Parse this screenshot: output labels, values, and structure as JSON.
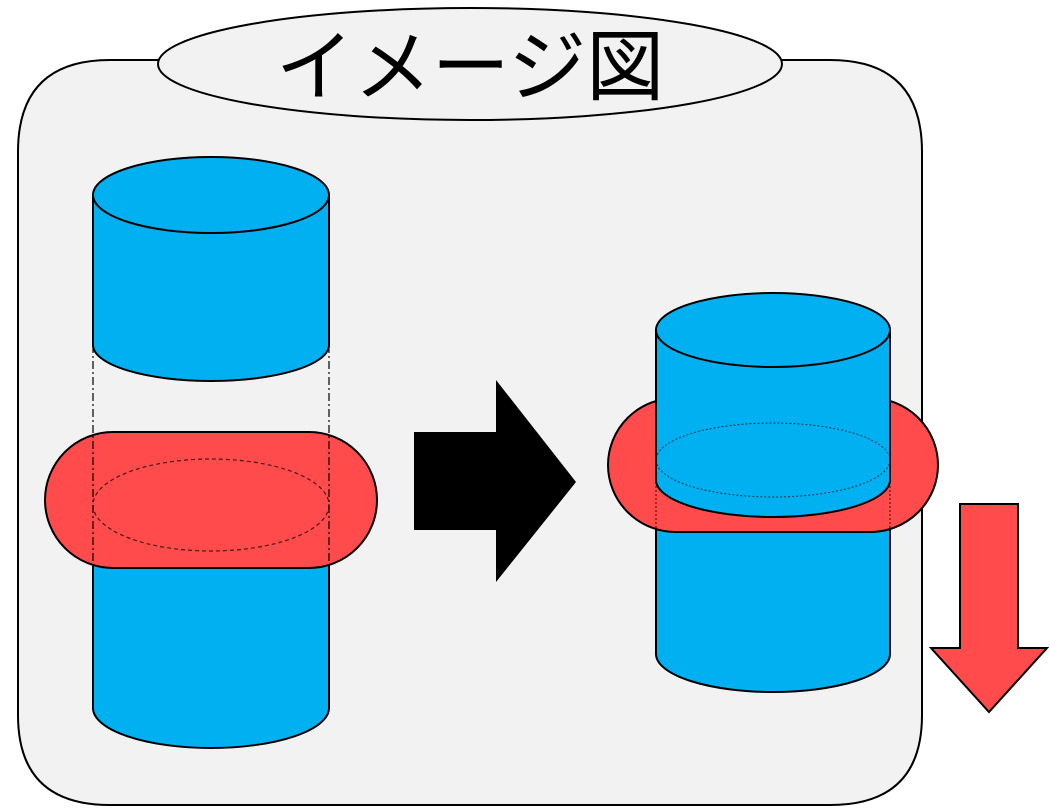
{
  "diagram": {
    "title": "イメージ図",
    "colors": {
      "panel_fill": "#f2f2f2",
      "outline": "#000000",
      "cylinder": "#00b0f0",
      "band": "#ff4b4b",
      "arrow_right": "#000000",
      "arrow_down": "#ff4b4b"
    },
    "panels": [
      {
        "name": "before",
        "shapes": [
          "upper-cylinder",
          "red-band",
          "lower-cylinder",
          "dashed-guide-lines",
          "dashed-ellipse"
        ]
      },
      {
        "name": "after",
        "shapes": [
          "inner-cylinder",
          "red-band",
          "outer-cylinder",
          "dashed-ellipse"
        ]
      }
    ],
    "icons": [
      "right-arrow-icon",
      "down-arrow-icon"
    ]
  }
}
